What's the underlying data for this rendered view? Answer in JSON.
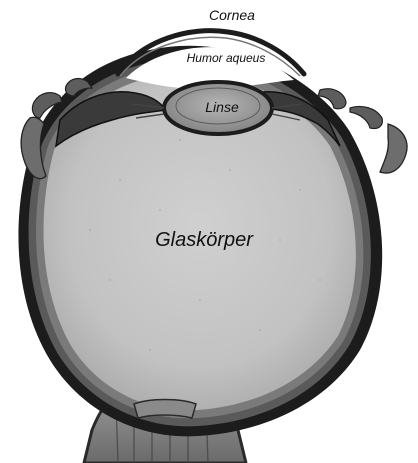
{
  "diagram": {
    "labels": {
      "cornea": "Cornea",
      "humor_aqueus": "Humor aqueus",
      "linse": "Linse",
      "glaskoerper": "Glaskörper"
    },
    "colors": {
      "outer_wall": "#1c1c1c",
      "choroid": "#5a5a5a",
      "retina": "#7a7a7a",
      "vitreous_fill": "#c9c9c9",
      "lens_fill": "#a7a7a7",
      "text": "#111111",
      "background": "#ffffff"
    }
  }
}
